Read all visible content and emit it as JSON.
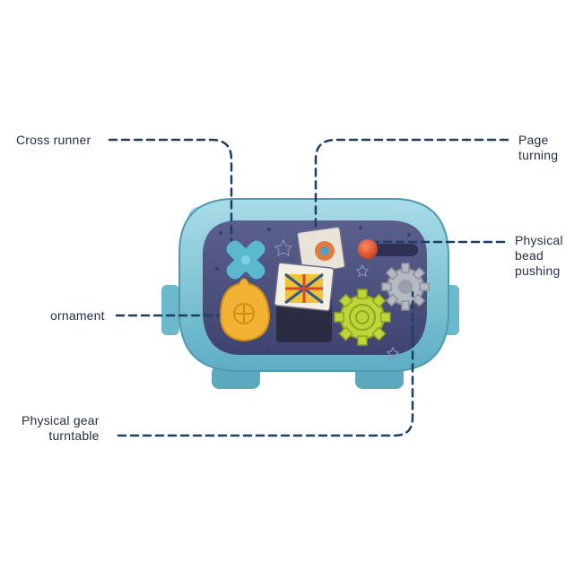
{
  "callouts": {
    "cross_runner": "Cross runner",
    "page_turning": [
      "Page",
      "turning"
    ],
    "physical_bead_pushing": [
      "Physical",
      "bead",
      "pushing"
    ],
    "ornament": "ornament",
    "physical_gear_turntable": [
      "Physical gear",
      "turntable"
    ]
  },
  "colors": {
    "leader_line": "#1d3e63",
    "toy_shell": "#7ec4d6",
    "toy_panel": "#4a4f7a",
    "cross": "#5ab8cf",
    "ornament": "#f2b233",
    "bead": "#e0532d",
    "gear_green": "#bfd63a",
    "gear_gray": "#b5b9c2"
  }
}
